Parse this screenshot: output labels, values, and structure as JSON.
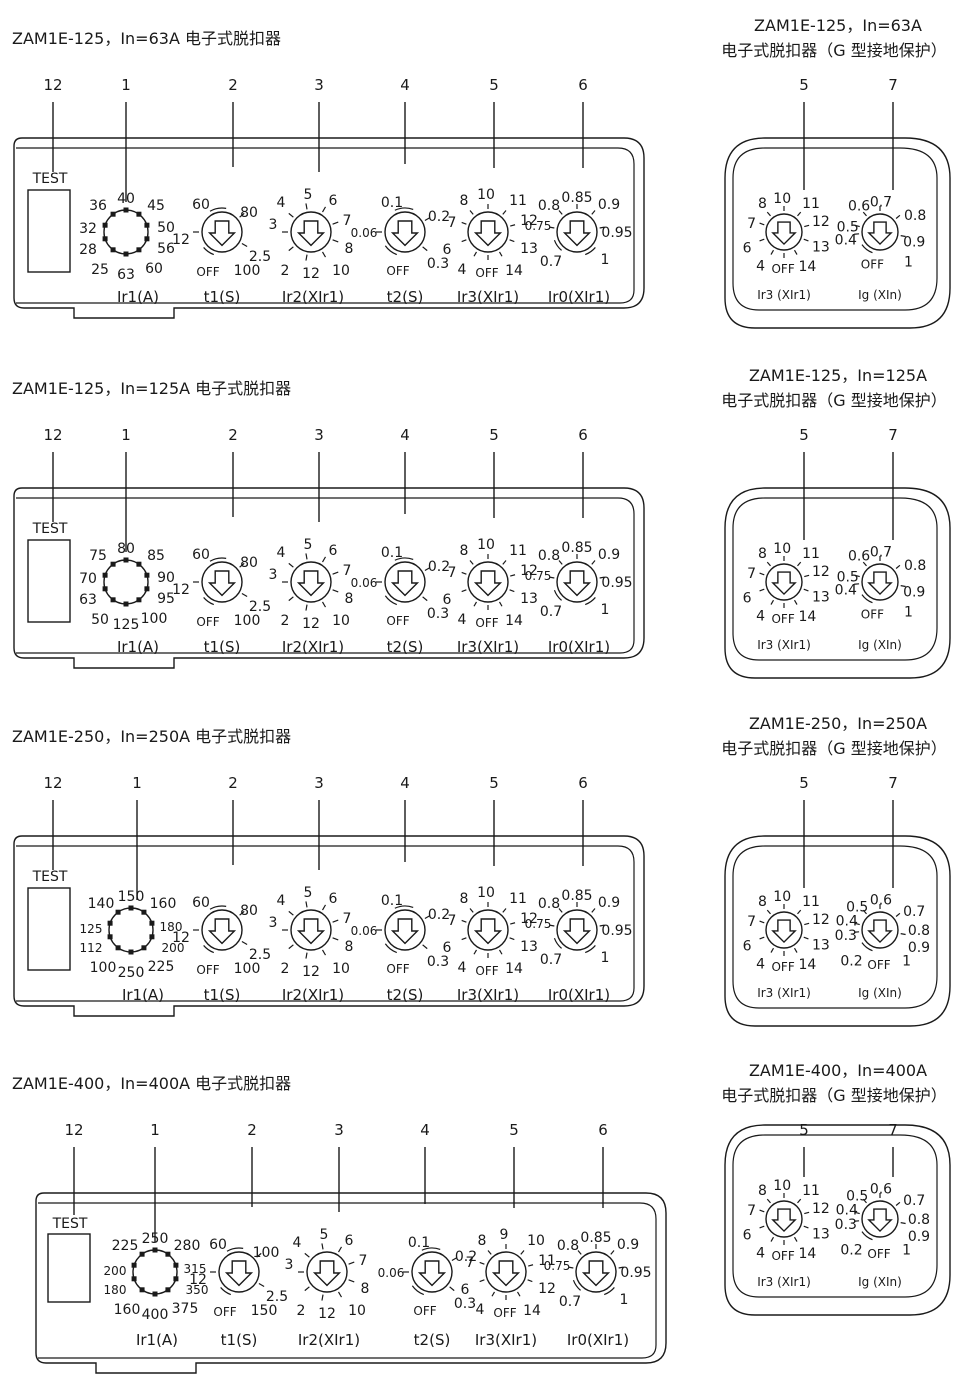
{
  "callouts": {
    "n12": "12",
    "n1": "1",
    "n2": "2",
    "n3": "3",
    "n4": "4",
    "n5": "5",
    "n6": "6",
    "n7": "7"
  },
  "labels": {
    "test": "TEST",
    "ir1": "Ir1(A)",
    "t1": "t1(S)",
    "ir2": "Ir2(XIr1)",
    "t2": "t2(S)",
    "ir3": "Ir3(XIr1)",
    "ir0": "Ir0(XIr1)",
    "ir3g": "Ir3 (XIr1)",
    "ig": "Ig (XIn)"
  },
  "dials": {
    "t1_std": [
      "60",
      "80",
      "12",
      "2.5",
      "OFF",
      "100"
    ],
    "t1_400": [
      "60",
      "100",
      "12",
      "2.5",
      "OFF",
      "150"
    ],
    "ir2": [
      "4",
      "5",
      "6",
      "3",
      "7",
      "8",
      "2",
      "12",
      "10"
    ],
    "t2": [
      "0.1",
      "0.2",
      "0.06",
      "OFF",
      "0.3"
    ],
    "ir3": [
      "8",
      "10",
      "11",
      "7",
      "12",
      "6",
      "13",
      "4",
      "OFF",
      "14"
    ],
    "ir3_400": [
      "8",
      "9",
      "10",
      "7",
      "11",
      "6",
      "12",
      "4",
      "OFF",
      "14"
    ],
    "ir0": [
      "0.8",
      "0.85",
      "0.9",
      "0.75",
      "0.95",
      "0.7",
      "1"
    ],
    "ig_std": [
      "0.6",
      "0.7",
      "0.8",
      "0.5",
      "0.4",
      "0.9",
      "OFF",
      "1"
    ],
    "ig_big": [
      "0.5",
      "0.6",
      "0.7",
      "0.4",
      "0.8",
      "0.3",
      "0.9",
      "0.2",
      "OFF",
      "1"
    ]
  },
  "panels": [
    {
      "title": "ZAM1E-125，In=63A  电子式脱扣器",
      "g_title_1": "ZAM1E-125，In=63A",
      "g_title_2": "电子式脱扣器（G 型接地保护）",
      "ir1": [
        "36",
        "40",
        "45",
        "32",
        "50",
        "28",
        "56",
        "25",
        "63",
        "60"
      ]
    },
    {
      "title": "ZAM1E-125，In=125A  电子式脱扣器",
      "g_title_1": "ZAM1E-125，In=125A",
      "g_title_2": "电子式脱扣器（G 型接地保护）",
      "ir1": [
        "75",
        "80",
        "85",
        "70",
        "90",
        "63",
        "95",
        "50",
        "125",
        "100"
      ]
    },
    {
      "title": "ZAM1E-250，In=250A  电子式脱扣器",
      "g_title_1": "ZAM1E-250，In=250A",
      "g_title_2": "电子式脱扣器（G 型接地保护）",
      "ir1": [
        "140",
        "150",
        "160",
        "125",
        "180",
        "112",
        "200",
        "100",
        "250",
        "225"
      ]
    },
    {
      "title": "ZAM1E-400，In=400A  电子式脱扣器",
      "g_title_1": "ZAM1E-400，In=400A",
      "g_title_2": "电子式脱扣器（G 型接地保护）",
      "ir1": [
        "225",
        "250",
        "280",
        "200",
        "315",
        "180",
        "350",
        "160",
        "400",
        "375"
      ]
    }
  ]
}
